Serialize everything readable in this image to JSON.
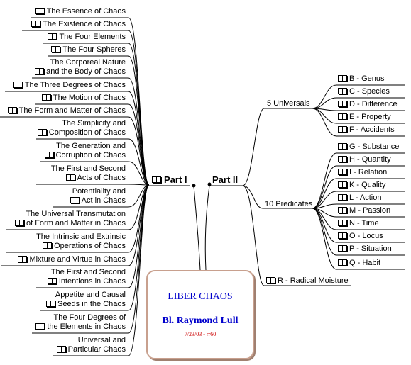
{
  "colors": {
    "title": "#0000cc",
    "author": "#0000cc",
    "date": "#cc0000",
    "box_border": "#c8a08e",
    "lines": "#000000"
  },
  "center": {
    "title": "LIBER CHAOS",
    "author": "Bl. Raymond Lull",
    "date": "7/23/03 - rr60"
  },
  "part1": {
    "label": "Part I",
    "icon": "book-icon",
    "topics": [
      {
        "lines": [
          "The Essence of Chaos"
        ]
      },
      {
        "lines": [
          "The Existence of Chaos"
        ]
      },
      {
        "lines": [
          "The Four Elements"
        ]
      },
      {
        "lines": [
          "The Four Spheres"
        ]
      },
      {
        "lines": [
          "The Corporeal Nature",
          "and the Body of Chaos"
        ]
      },
      {
        "lines": [
          "The Three Degrees of Chaos"
        ]
      },
      {
        "lines": [
          "The Motion of Chaos"
        ]
      },
      {
        "lines": [
          "The Form and Matter of Chaos"
        ]
      },
      {
        "lines": [
          "The Simplicity and",
          "Composition of Chaos"
        ]
      },
      {
        "lines": [
          "The Generation and",
          "Corruption of Chaos"
        ]
      },
      {
        "lines": [
          "The First and Second",
          "Acts of Chaos"
        ]
      },
      {
        "lines": [
          "Potentiality and",
          "Act in Chaos"
        ]
      },
      {
        "lines": [
          "The Universal Transmutation",
          "of Form and Matter in Chaos"
        ]
      },
      {
        "lines": [
          "The Intrinsic and Extrinsic",
          "Operations of Chaos"
        ]
      },
      {
        "lines": [
          "Mixture and Virtue in Chaos"
        ]
      },
      {
        "lines": [
          "The First and Second",
          "Intentions in Chaos"
        ]
      },
      {
        "lines": [
          "Appetite and Causal",
          "Seeds in the Chaos"
        ]
      },
      {
        "lines": [
          "The Four Degrees of",
          "the Elements in Chaos"
        ]
      },
      {
        "lines": [
          "Universal and",
          "Particular Chaos"
        ]
      }
    ]
  },
  "part2": {
    "label": "Part II",
    "universals": {
      "label": "5 Universals",
      "items": [
        "B - Genus",
        "C - Species",
        "D - Difference",
        "E - Property",
        "F - Accidents"
      ]
    },
    "predicates": {
      "label": "10 Predicates",
      "items": [
        "G - Substance",
        "H - Quantity",
        "I - Relation",
        "K - Quality",
        "L - Action",
        "M - Passion",
        "N - Time",
        "O - Locus",
        "P - Situation",
        "Q - Habit"
      ]
    },
    "moisture": {
      "label": "R - Radical Moisture"
    }
  }
}
